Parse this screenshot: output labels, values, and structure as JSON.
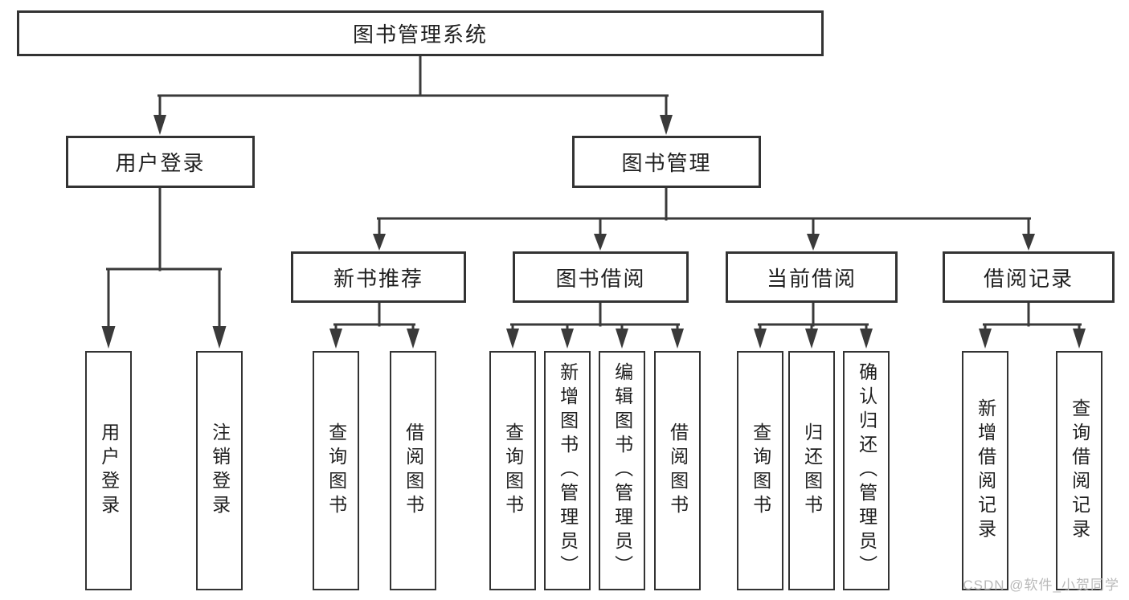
{
  "tree": {
    "root": {
      "label": "图书管理系统"
    },
    "branches": [
      {
        "label": "用户登录",
        "children": [
          {
            "label": "用户登录"
          },
          {
            "label": "注销登录"
          }
        ]
      },
      {
        "label": "图书管理",
        "groups": [
          {
            "label": "新书推荐",
            "children": [
              {
                "label": "查询图书"
              },
              {
                "label": "借阅图书"
              }
            ]
          },
          {
            "label": "图书借阅",
            "children": [
              {
                "label": "查询图书"
              },
              {
                "label": "新增图书（管理员）"
              },
              {
                "label": "编辑图书（管理员）"
              },
              {
                "label": "借阅图书"
              }
            ]
          },
          {
            "label": "当前借阅",
            "children": [
              {
                "label": "查询图书"
              },
              {
                "label": "归还图书"
              },
              {
                "label": "确认归还（管理员）"
              }
            ]
          },
          {
            "label": "借阅记录",
            "children": [
              {
                "label": "新增借阅记录"
              },
              {
                "label": "查询借阅记录"
              }
            ]
          }
        ]
      }
    ]
  },
  "watermark": {
    "text": "CSDN @软件_小贺同学"
  },
  "colors": {
    "line": "#3a3a3a",
    "box_border": "#333333",
    "text": "#1f1f1f",
    "watermark": "#b9b9b9",
    "background": "#ffffff"
  }
}
